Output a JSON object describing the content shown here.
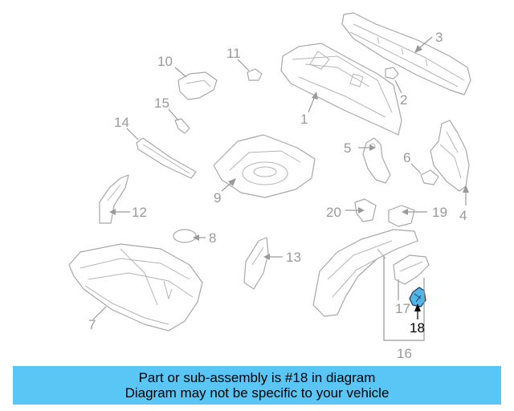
{
  "diagram": {
    "highlight_color": "#4fb6e6",
    "line_color": "#a8a8a8",
    "callouts": [
      {
        "id": "c1",
        "text": "1"
      },
      {
        "id": "c2",
        "text": "2"
      },
      {
        "id": "c3",
        "text": "3"
      },
      {
        "id": "c4",
        "text": "4"
      },
      {
        "id": "c5",
        "text": "5"
      },
      {
        "id": "c6",
        "text": "6"
      },
      {
        "id": "c7",
        "text": "7"
      },
      {
        "id": "c8",
        "text": "8"
      },
      {
        "id": "c9",
        "text": "9"
      },
      {
        "id": "c10",
        "text": "10"
      },
      {
        "id": "c11",
        "text": "11"
      },
      {
        "id": "c12",
        "text": "12"
      },
      {
        "id": "c13",
        "text": "13"
      },
      {
        "id": "c14",
        "text": "14"
      },
      {
        "id": "c15",
        "text": "15"
      },
      {
        "id": "c16",
        "text": "16"
      },
      {
        "id": "c17",
        "text": "17"
      },
      {
        "id": "c18",
        "text": "18"
      },
      {
        "id": "c19",
        "text": "19"
      },
      {
        "id": "c20",
        "text": "20"
      }
    ]
  },
  "banner": {
    "line1": "Part or sub-assembly is #18 in diagram",
    "line2": "Diagram may not be specific to your vehicle",
    "background": "#5ac6f5"
  }
}
